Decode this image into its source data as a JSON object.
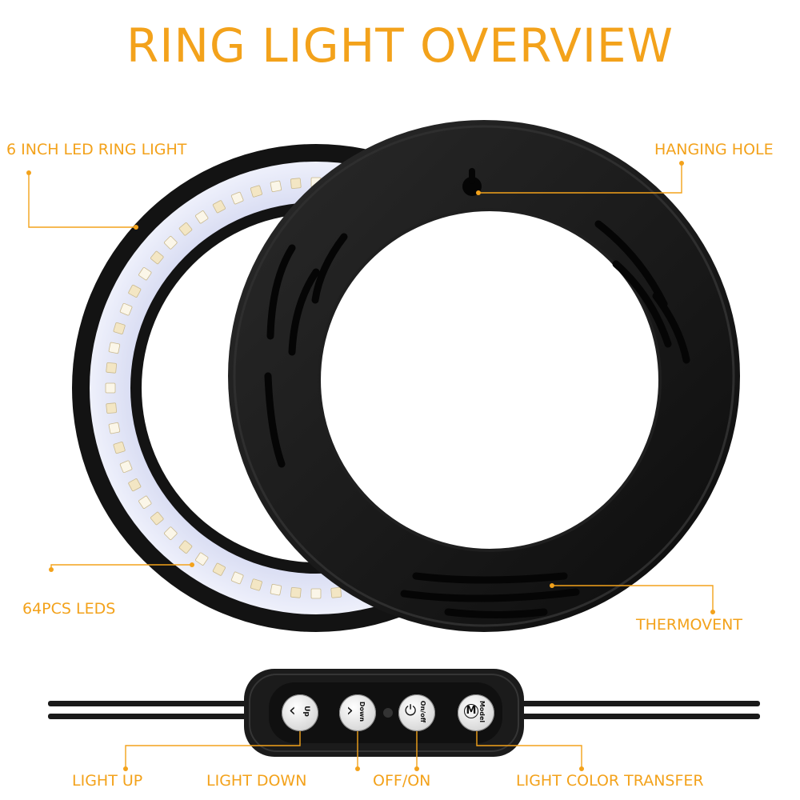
{
  "title": "RING LIGHT OVERVIEW",
  "colors": {
    "accent": "#f3a21b",
    "ring_body": "#141414",
    "led_board": "#d8dcf2"
  },
  "callouts": {
    "ring_light": "6 INCH LED RING LIGHT",
    "hanging_hole": "HANGING HOLE",
    "leds": "64PCS LEDS",
    "thermovent": "THERMOVENT",
    "light_up": "LIGHT UP",
    "light_down": "LIGHT DOWN",
    "off_on": "OFF/ON",
    "light_color_transfer": "LIGHT COLOR TRANSFER"
  },
  "controller": {
    "up_label": "Up",
    "down_label": "Down",
    "power_label": "On/off",
    "mode_label": "Model",
    "mode_glyph": "M"
  }
}
